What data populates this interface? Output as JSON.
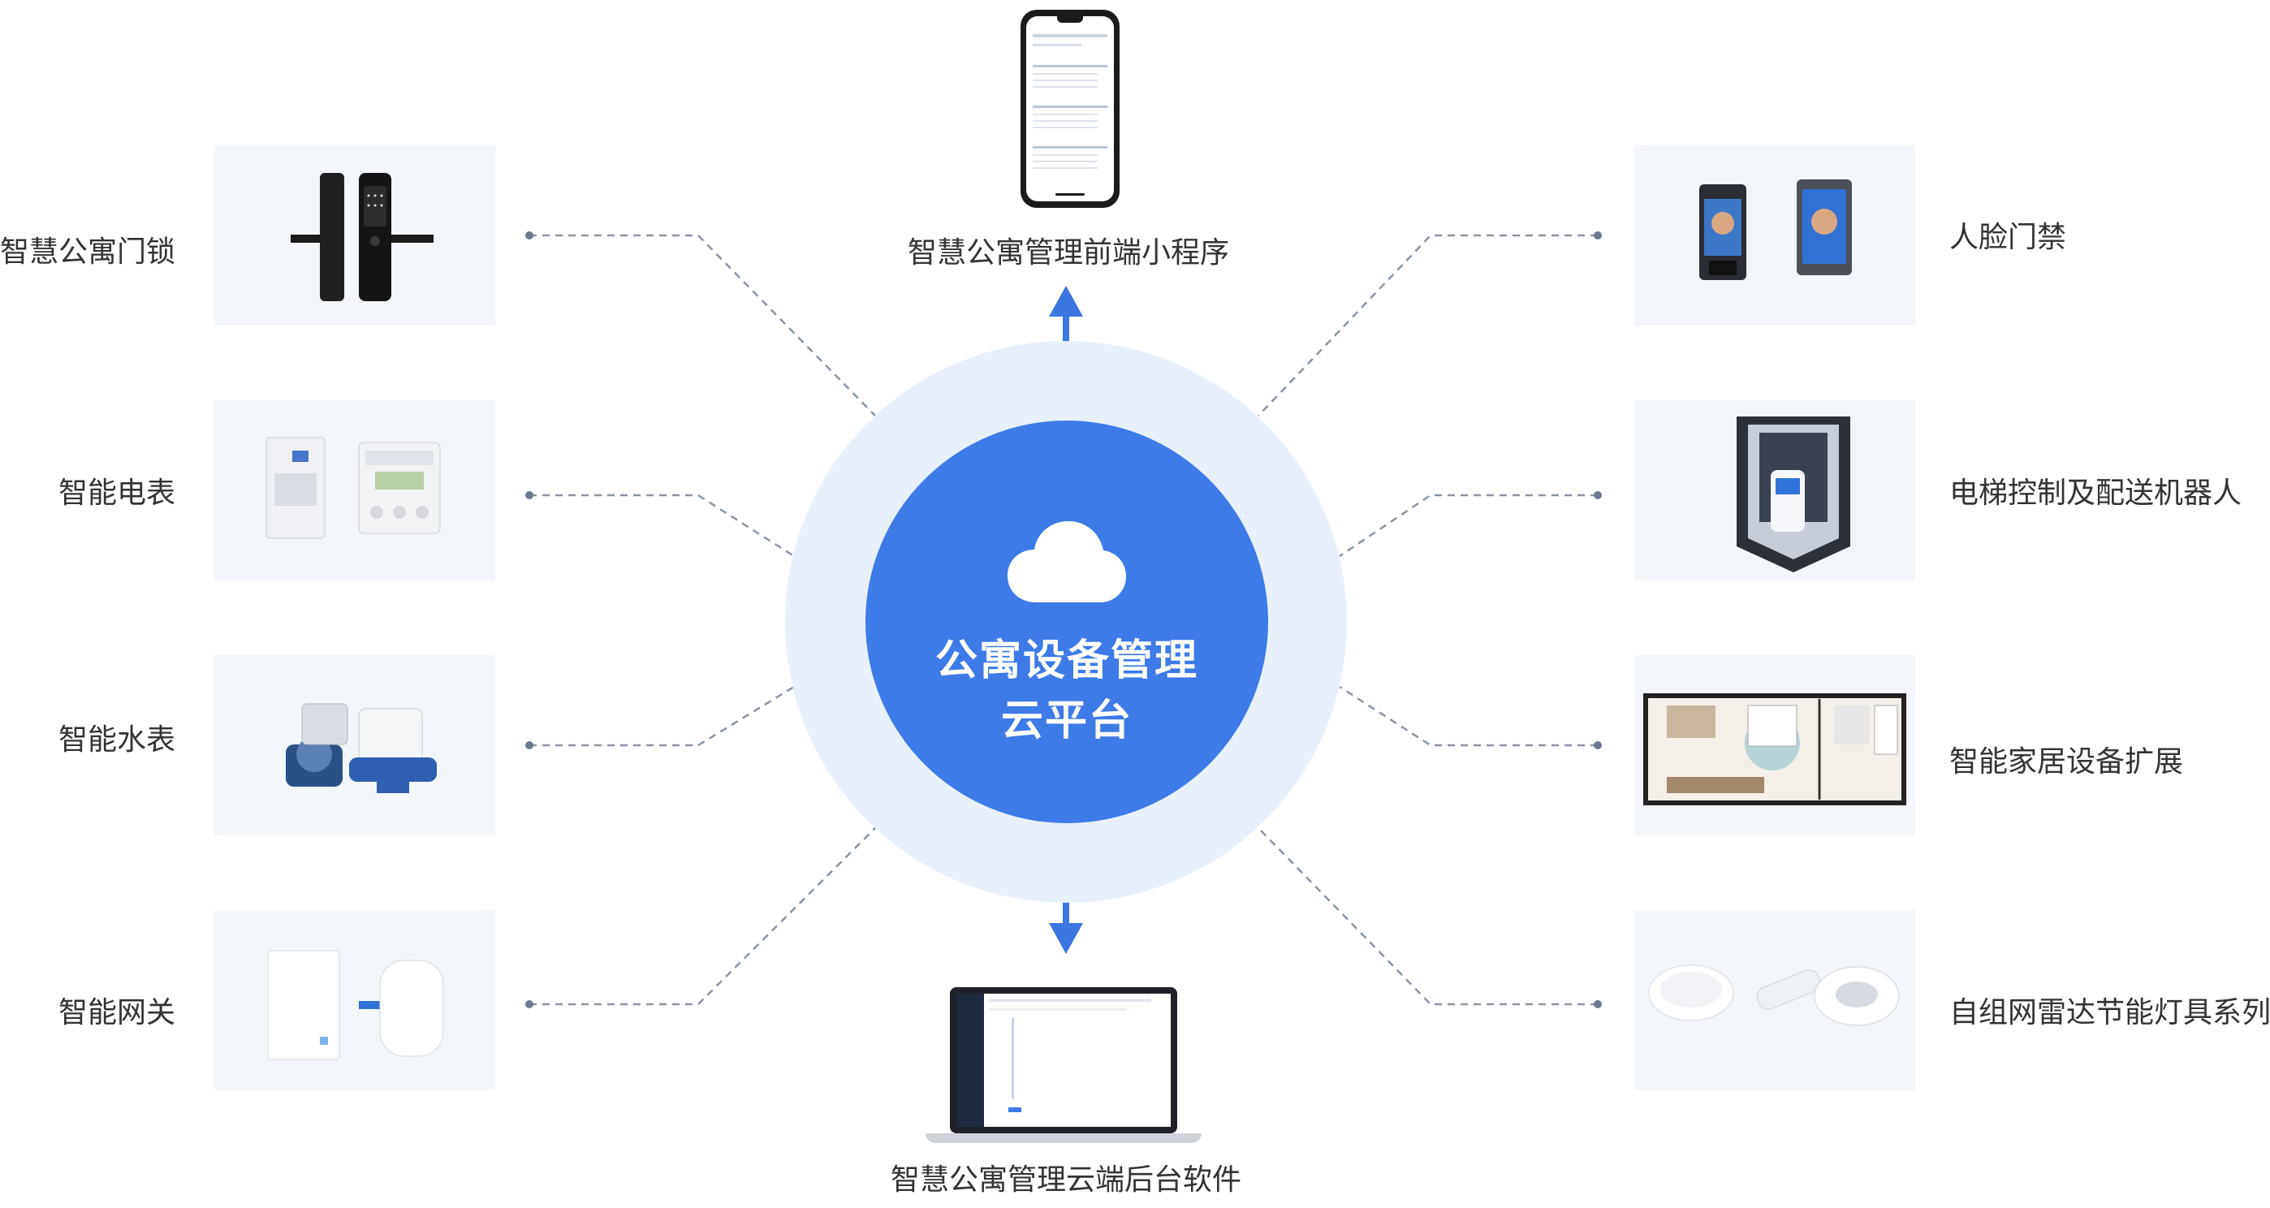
{
  "hub": {
    "title_line1": "公寓设备管理",
    "title_line2": "云平台",
    "icon": "cloud-icon"
  },
  "top_node": {
    "label": "智慧公寓管理前端小程序",
    "image": "smartphone-miniprogram"
  },
  "bottom_node": {
    "label": "智慧公寓管理云端后台软件",
    "image": "laptop-backend"
  },
  "left_devices": [
    {
      "label": "智慧公寓门锁",
      "image": "smart-door-lock"
    },
    {
      "label": "智能电表",
      "image": "smart-electric-meter"
    },
    {
      "label": "智能水表",
      "image": "smart-water-meter"
    },
    {
      "label": "智能网关",
      "image": "smart-gateway"
    }
  ],
  "right_devices": [
    {
      "label": "人脸门禁",
      "image": "face-access-terminal"
    },
    {
      "label": "电梯控制及配送机器人",
      "image": "elevator-delivery-robot"
    },
    {
      "label": "智能家居设备扩展",
      "image": "smart-home-floorplan"
    },
    {
      "label": "自组网雷达节能灯具系列",
      "image": "radar-energy-saving-lights"
    }
  ],
  "colors": {
    "hub_blue": "#3d7be6",
    "halo": "#e8f0fc",
    "arrow": "#3a78e0",
    "connector": "#8a95a5",
    "card_bg": "#f3f6fa",
    "label_text": "#333333"
  }
}
